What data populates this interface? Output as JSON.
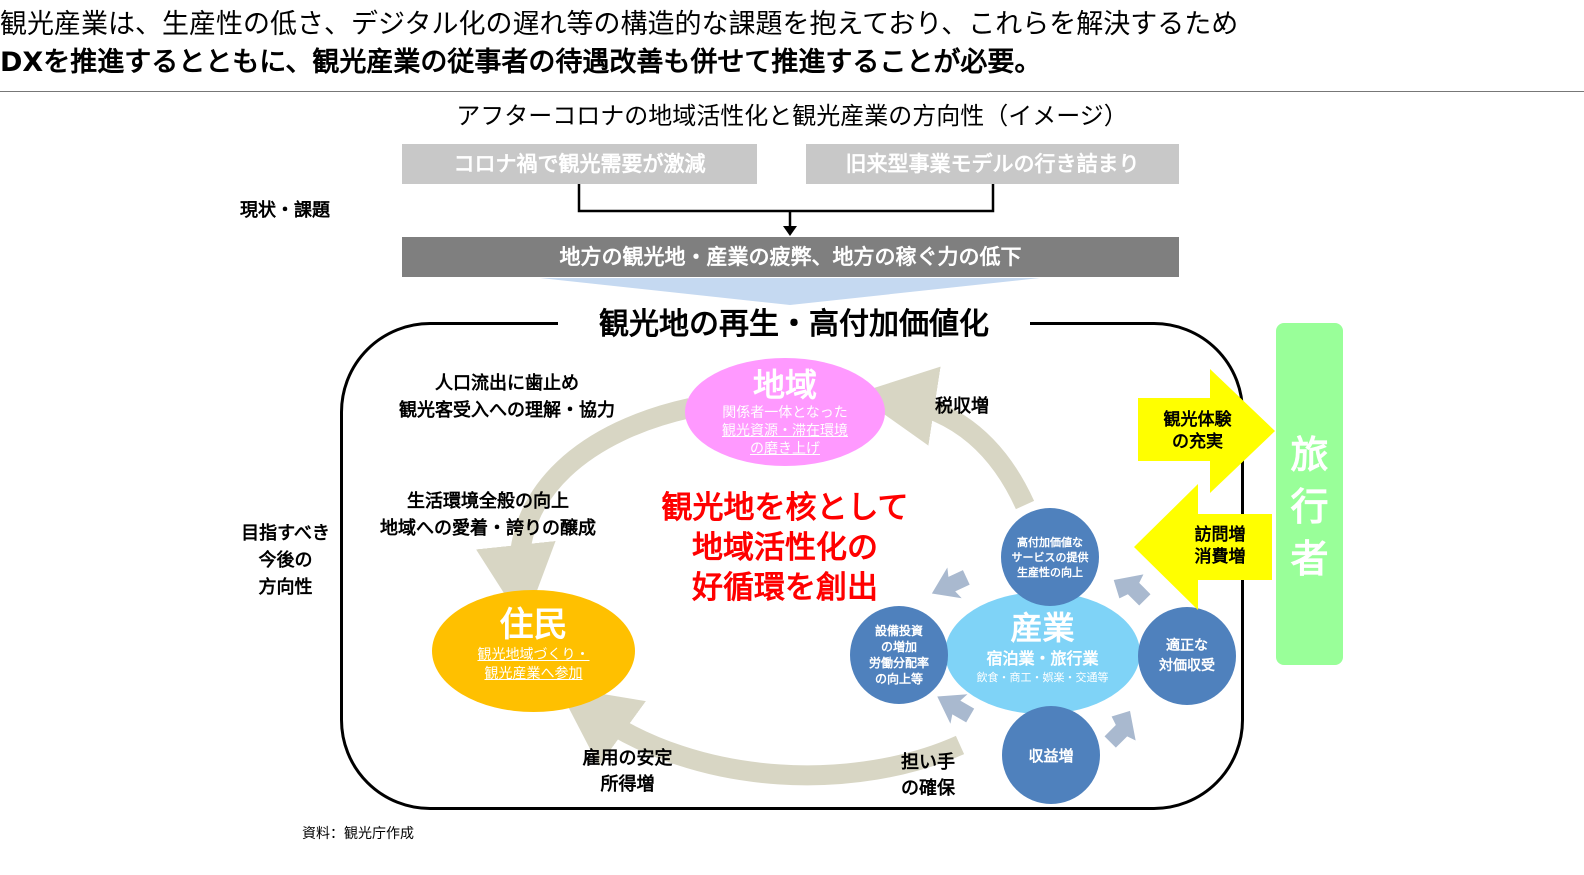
{
  "header": {
    "line1": "観光産業は、生産性の低さ、デジタル化の遅れ等の構造的な課題を抱えており、これらを解決するため",
    "line2": "DXを推進するとともに、観光産業の従事者の待遇改善も併せて推進することが必要。"
  },
  "diagram": {
    "title": "アフターコロナの地域活性化と観光産業の方向性（イメージ）",
    "current_label": "現状・課題",
    "issue_left": "コロナ禍で観光需要が激減",
    "issue_right": "旧来型事業モデルの行き詰まり",
    "issue_result": "地方の観光地・産業の疲弊、地方の稼ぐ力の低下",
    "future_label": [
      "目指すべき",
      "今後の",
      "方向性"
    ],
    "frame_title": "観光地の再生・高付加価値化",
    "region": {
      "title": "地域",
      "lines": [
        "関係者一体となった",
        "観光資源・滞在環境",
        "の磨き上げ"
      ]
    },
    "resident": {
      "title": "住民",
      "lines": [
        "観光地域づくり・",
        "観光産業へ参加"
      ]
    },
    "industry": {
      "title": "産業",
      "sub": "宿泊業・旅行業",
      "subsmall": "飲食・商工・娯楽・交通等"
    },
    "center_text": [
      "観光地を核として",
      "地域活性化の",
      "好循環を創出"
    ],
    "labels": {
      "pop_outflow": [
        "人口流出に歯止め",
        "観光客受入への理解・協力"
      ],
      "tax": "税収増",
      "living": [
        "生活環境全般の向上",
        "地域への愛着・誇りの醸成"
      ],
      "employment": [
        "雇用の安定",
        "所得増"
      ],
      "workforce": [
        "担い手",
        "の確保"
      ]
    },
    "circles": {
      "top": [
        "高付加価値な",
        "サービスの提供",
        "生産性の向上"
      ],
      "left": [
        "設備投資",
        "の増加",
        "労働分配率",
        "の向上等"
      ],
      "right": [
        "適正な",
        "対価収受"
      ],
      "bottom": "収益増"
    },
    "traveler": [
      "旅",
      "行",
      "者"
    ],
    "arrow_out": [
      "観光体験",
      "の充実"
    ],
    "arrow_in": [
      "訪問増",
      "消費増"
    ]
  },
  "source": "資料：観光庁作成",
  "colors": {
    "region": "#ff99ff",
    "resident": "#ffc000",
    "industry": "#7fd3f7",
    "small_circle": "#4f81bd",
    "traveler": "#99ff99",
    "arrow_yellow": "#ffff00",
    "center_text": "#ff0000"
  }
}
